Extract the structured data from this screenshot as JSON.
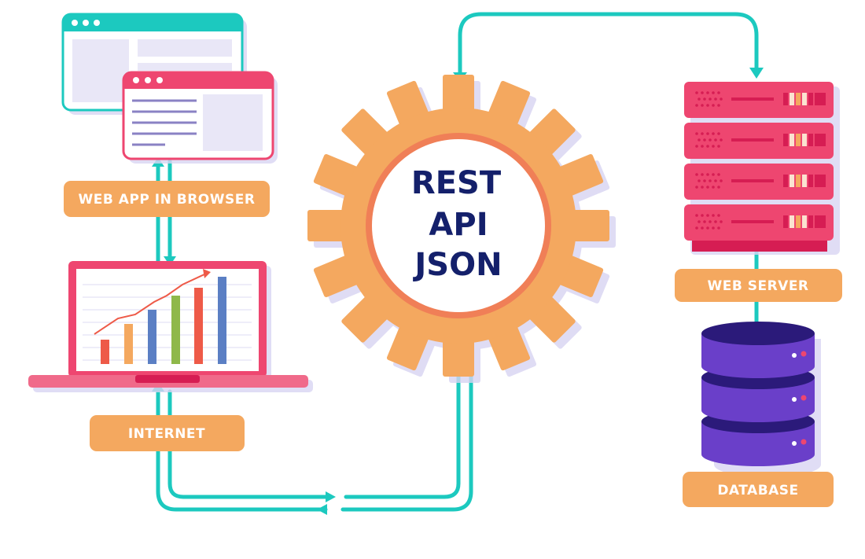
{
  "labels": {
    "web_app": "WEB APP IN BROWSER",
    "internet": "INTERNET",
    "web_server": "WEB SERVER",
    "database": "DATABASE"
  },
  "gear": {
    "line1": "REST",
    "line2": "API",
    "line3": "JSON"
  },
  "colors": {
    "teal": "#1cc9bf",
    "orange": "#f4a85f",
    "pink": "#ee4670",
    "purple": "#6a3fc9",
    "navy": "#14206b",
    "lavender": "#d8d4f2"
  }
}
